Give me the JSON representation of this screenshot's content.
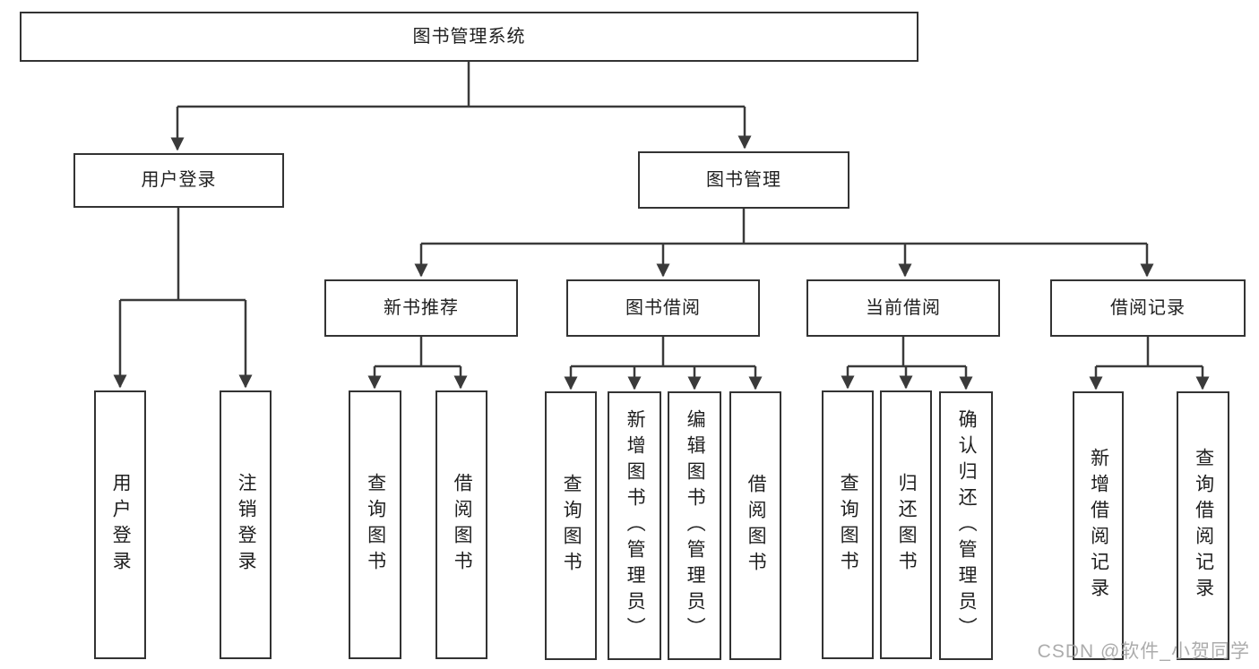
{
  "diagram": {
    "nodes": [
      {
        "id": "root",
        "label": "图书管理系统"
      },
      {
        "id": "user-login",
        "label": "用户登录"
      },
      {
        "id": "book-mgmt",
        "label": "图书管理"
      },
      {
        "id": "new-book-rec",
        "label": "新书推荐"
      },
      {
        "id": "book-borrow",
        "label": "图书借阅"
      },
      {
        "id": "current-borrow",
        "label": "当前借阅"
      },
      {
        "id": "borrow-record",
        "label": "借阅记录"
      },
      {
        "id": "leaf-user-login",
        "label": "用户登录"
      },
      {
        "id": "leaf-logout",
        "label": "注销登录"
      },
      {
        "id": "leaf-query-book-1",
        "label": "查询图书"
      },
      {
        "id": "leaf-borrow-book-1",
        "label": "借阅图书"
      },
      {
        "id": "leaf-query-book-2",
        "label": "查询图书"
      },
      {
        "id": "leaf-add-book",
        "label": "新增图书（管理员）"
      },
      {
        "id": "leaf-edit-book",
        "label": "编辑图书（管理员）"
      },
      {
        "id": "leaf-borrow-book-2",
        "label": "借阅图书"
      },
      {
        "id": "leaf-query-book-3",
        "label": "查询图书"
      },
      {
        "id": "leaf-return-book",
        "label": "归还图书"
      },
      {
        "id": "leaf-confirm-return",
        "label": "确认归还（管理员）"
      },
      {
        "id": "leaf-add-record",
        "label": "新增借阅记录"
      },
      {
        "id": "leaf-query-record",
        "label": "查询借阅记录"
      }
    ]
  },
  "watermark": {
    "text": "CSDN @软件_小贺同学"
  },
  "colors": {
    "line": "#3a3a3a",
    "border": "#333333",
    "text": "#1f1f1f",
    "background": "#ffffff",
    "watermark": "#9e9e9e"
  }
}
